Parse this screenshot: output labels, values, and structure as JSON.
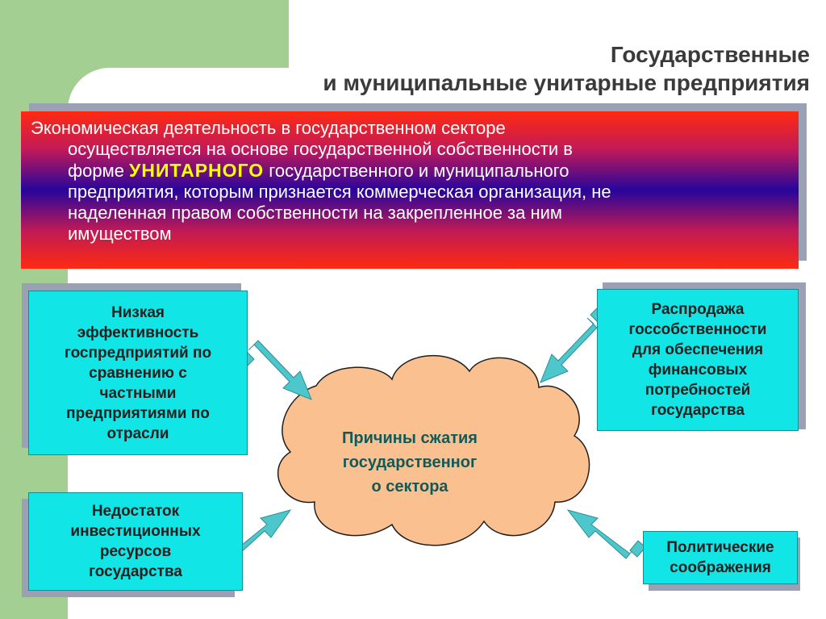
{
  "title": {
    "line1": "Государственные",
    "line2": "и муниципальные унитарные предприятия"
  },
  "intro": {
    "line1": "Экономическая деятельность в государственном секторе",
    "line2": "осуществляется на основе государственной собственности в",
    "line3_before": "форме ",
    "line3_highlight": "УНИТАРНОГО",
    "line3_after": " государственного и муниципального",
    "line4": "предприятия, которым признается коммерческая организация, не",
    "line5": "наделенная правом собственности на закрепленное за ним",
    "line6": "имуществом"
  },
  "center": {
    "line1": "Причины сжатия",
    "line2": "государственног",
    "line3": "о сектора"
  },
  "boxes": {
    "low_efficiency": [
      "Низкая",
      "эффективность",
      "госпредприятий по",
      "сравнению с",
      "частными",
      "предприятиями по",
      "отрасли"
    ],
    "sale": [
      "Распродажа",
      "госсобственности",
      "для обеспечения",
      "финансовых",
      "потребностей",
      "государства"
    ],
    "investment": [
      "Недостаток",
      "инвестиционных",
      "ресурсов",
      "государства"
    ],
    "political": [
      "Политические",
      "соображения"
    ]
  },
  "colors": {
    "green_bar": "#a3cf93",
    "box_fill": "#12e5e5",
    "box_shadow": "#9aa1b4",
    "cloud_fill": "#fac08f",
    "arrow_fill": "#4dc6cc",
    "highlight": "#ffff00"
  }
}
